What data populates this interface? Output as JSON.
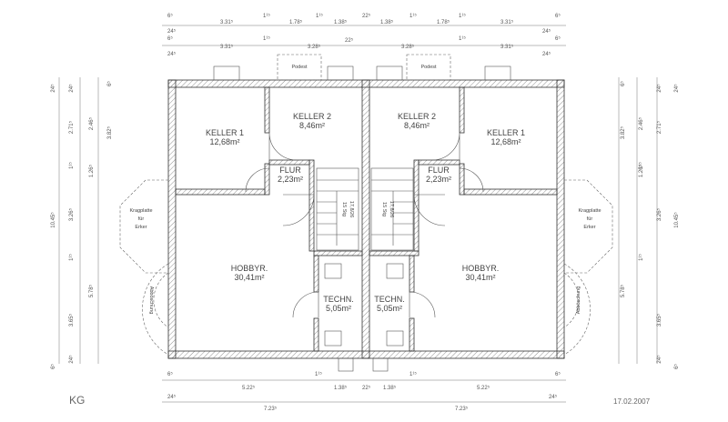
{
  "floor_label": "KG",
  "date": "17.02.2007",
  "rooms": {
    "keller1_l": {
      "name": "KELLER 1",
      "area": "12,68m²"
    },
    "keller2_l": {
      "name": "KELLER 2",
      "area": "8,46m²"
    },
    "keller2_r": {
      "name": "KELLER 2",
      "area": "8,46m²"
    },
    "keller1_r": {
      "name": "KELLER 1",
      "area": "12,68m²"
    },
    "flur_l": {
      "name": "FLUR",
      "area": "2,23m²"
    },
    "flur_r": {
      "name": "FLUR",
      "area": "2,23m²"
    },
    "hobby_l": {
      "name": "HOBBYR.",
      "area": "30,41m²"
    },
    "hobby_r": {
      "name": "HOBBYR.",
      "area": "30,41m²"
    },
    "techn_l": {
      "name": "TECHN.",
      "area": "5,05m²"
    },
    "techn_r": {
      "name": "TECHN.",
      "area": "5,05m²"
    }
  },
  "notes": {
    "podest_l": "Podest",
    "podest_r": "Podest",
    "krag_l": [
      "Kragplatte",
      "für",
      "Erker"
    ],
    "krag_r": [
      "Kragplatte",
      "für",
      "Erker"
    ],
    "abboeschung_l": "Abböschung",
    "abboeschung_r": "Abböschung"
  },
  "dims_top1": [
    "6⁵",
    "3.31⁵",
    "1¹⁵",
    "1.78⁵",
    "1¹⁵",
    "1.38⁵",
    "22⁵",
    "1.38⁵",
    "1¹⁵",
    "1.78⁵",
    "1¹⁵",
    "3.31⁵",
    "6⁵",
    "24⁵",
    "24⁵"
  ],
  "dims_top2": [
    "6⁵",
    "3.31⁵",
    "1¹⁵",
    "3.28⁵",
    "22⁵",
    "3.28⁵",
    "1¹⁵",
    "3.31⁵",
    "6⁵",
    "24⁵",
    "24⁵"
  ],
  "dims_bottom1": [
    "6⁵",
    "5.22⁵",
    "1¹⁵",
    "1.38⁵",
    "22⁵",
    "1.38⁵",
    "1¹⁵",
    "5.22⁵",
    "6⁵",
    "24⁵",
    "24⁵"
  ],
  "dims_bottom2": [
    "7.23⁵",
    "7.23⁵"
  ],
  "dims_left": [
    "10.45⁵",
    "3.65⁵",
    "3.26⁵",
    "5.78⁵",
    "2.46⁵",
    "1.26⁵",
    "3.82⁵",
    "2.71⁵",
    "24⁵",
    "24⁵",
    "1¹⁵",
    "1¹⁵",
    "24⁵",
    "6⁵",
    "6⁵"
  ],
  "dims_right": [
    "10.45⁵",
    "3.65⁵",
    "3.26⁵",
    "5.78⁵",
    "2.46⁵",
    "1.26⁵",
    "3.82⁵",
    "2.71⁵",
    "24⁵",
    "24⁵",
    "1¹⁵",
    "1¹⁵",
    "24⁵",
    "6⁵",
    "6⁵"
  ],
  "stair_labels": [
    "15 Stg",
    "17,8/26"
  ]
}
